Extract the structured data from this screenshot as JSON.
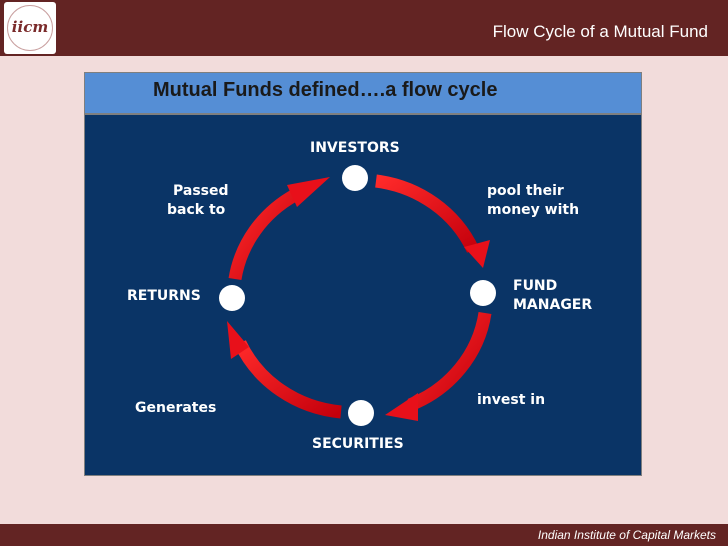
{
  "slide": {
    "title": "Flow Cycle of a Mutual Fund",
    "logo_text": "iicm"
  },
  "header": {
    "text": "Mutual Funds defined….a flow cycle"
  },
  "diagram": {
    "nodes": {
      "investors": "INVESTORS",
      "fund_manager_line1": "FUND",
      "fund_manager_line2": "MANAGER",
      "securities": "SECURITIES",
      "returns": "RETURNS"
    },
    "edges": {
      "pool_line1": "pool their",
      "pool_line2": "money with",
      "invest": "invest in",
      "generates": "Generates",
      "passed_line1": "Passed",
      "passed_line2": "back to"
    },
    "colors": {
      "panel": "#0a3466",
      "arrow": "#e8101a",
      "node": "#ffffff"
    }
  },
  "footer": {
    "text": "Indian Institute of Capital Markets"
  }
}
